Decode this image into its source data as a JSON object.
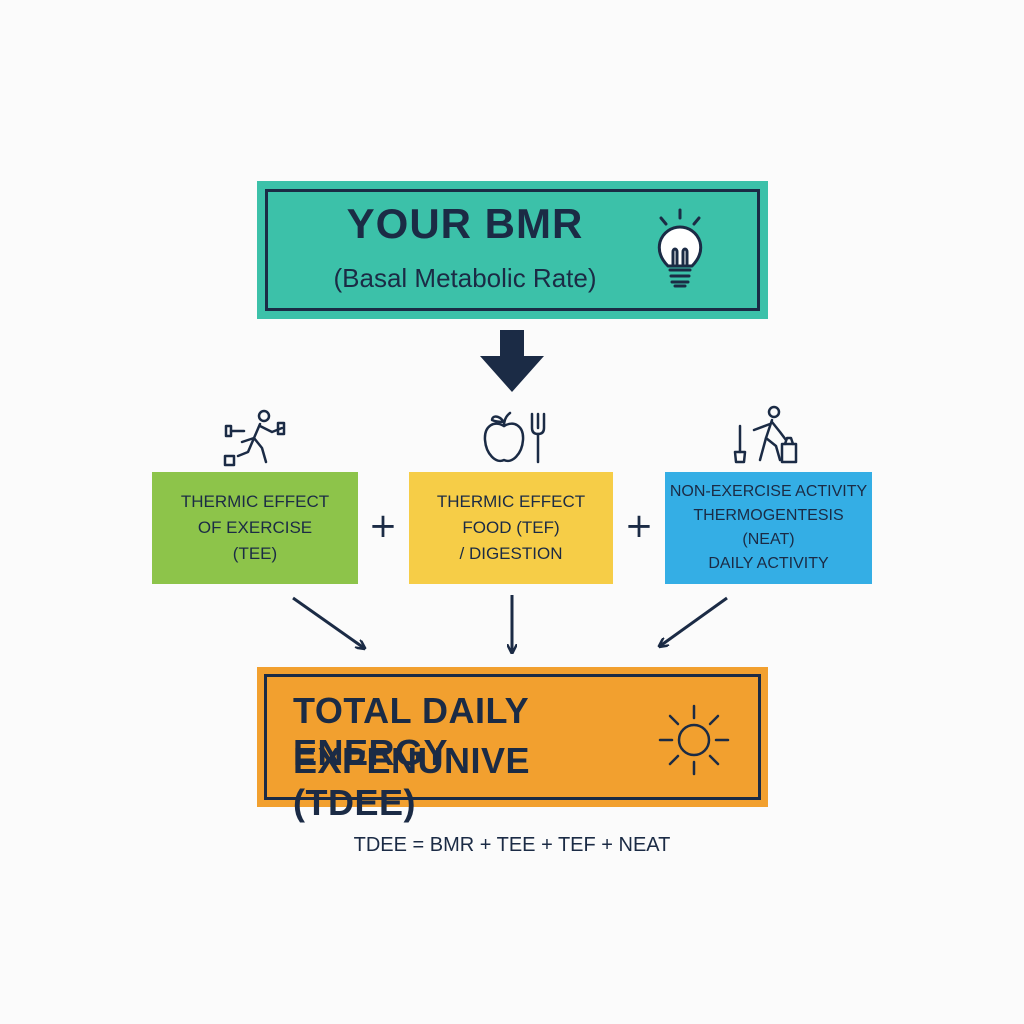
{
  "bmr": {
    "title": "YOUR BMR",
    "subtitle": "(Basal Metabolic Rate)",
    "icon": "lightbulb-icon",
    "color": "#3cc1a9"
  },
  "components": {
    "tee": {
      "lines": [
        "THERMIC EFFECT",
        "OF EXERCISE",
        "(TEE)"
      ],
      "icon": "exercise-icon",
      "color": "#8dc44a"
    },
    "tef": {
      "lines": [
        "THERMIC EFFECT",
        "FOOD (TEF)",
        "/ DIGESTION"
      ],
      "icon": "apple-fork-icon",
      "color": "#f6cd47"
    },
    "neat": {
      "lines": [
        "NON-EXERCISE ACTIVITY",
        "THERMOGENTESIS",
        "(NEAT)",
        "DAILY ACTIVITY"
      ],
      "icon": "worker-icon",
      "color": "#34aee5"
    },
    "plus": "+"
  },
  "tdee": {
    "title_line1": "TOTAL DAILY ENERGY",
    "title_line2": "EXPENUNIVE (TDEE)",
    "icon": "sun-icon",
    "color": "#f2a02f"
  },
  "formula": "TDEE = BMR + TEE + TEF + NEAT",
  "colors": {
    "ink": "#1b2b45",
    "background": "#fbfbfb"
  }
}
